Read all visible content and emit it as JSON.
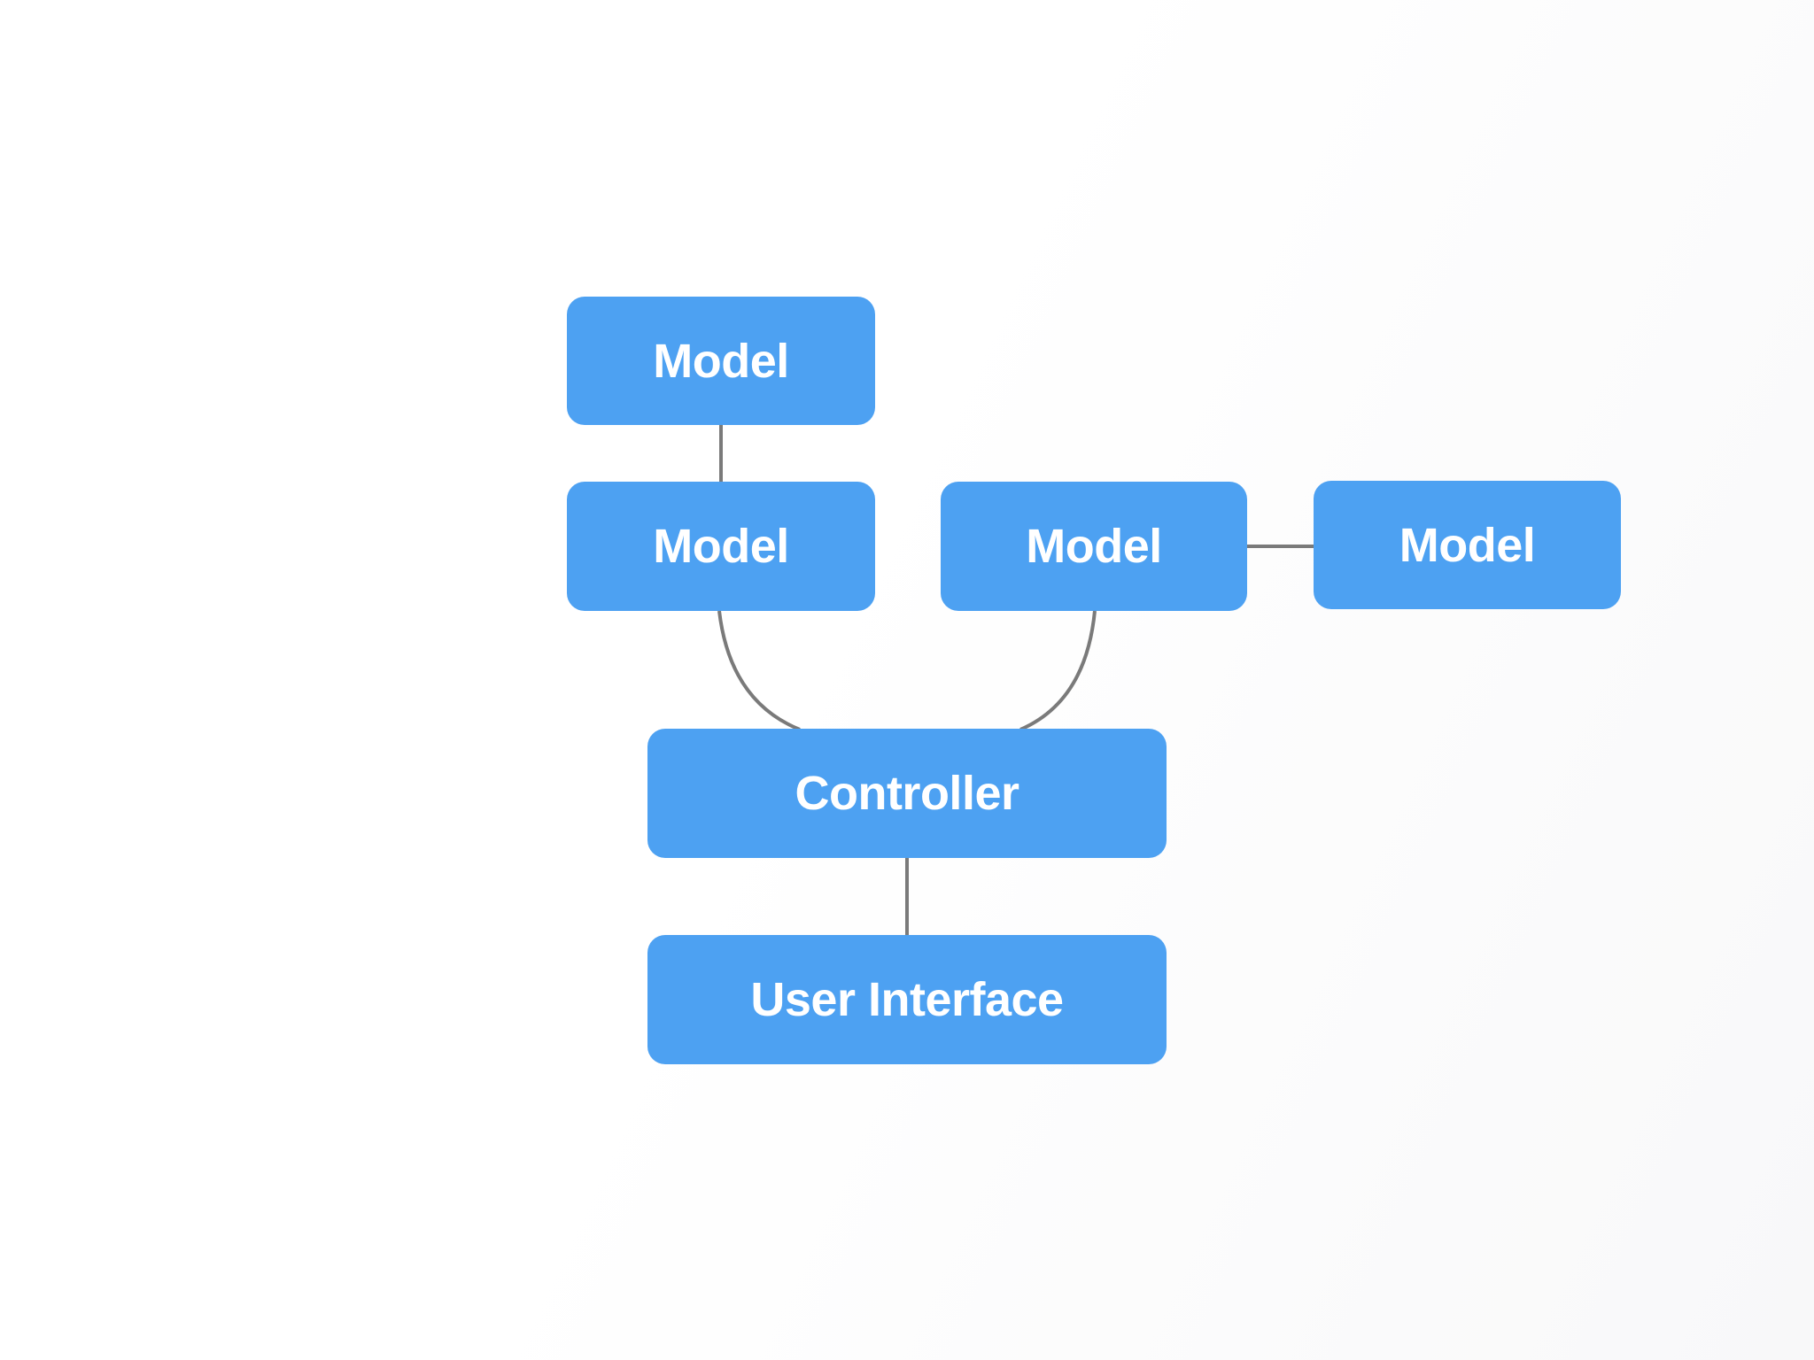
{
  "diagram": {
    "nodes": [
      {
        "id": "model-top",
        "label": "Model"
      },
      {
        "id": "model-left",
        "label": "Model"
      },
      {
        "id": "model-mid",
        "label": "Model"
      },
      {
        "id": "model-right",
        "label": "Model"
      },
      {
        "id": "controller",
        "label": "Controller"
      },
      {
        "id": "user-interface",
        "label": "User Interface"
      }
    ],
    "edges": [
      {
        "from": "model-top",
        "to": "model-left",
        "shape": "straight-vertical"
      },
      {
        "from": "model-left",
        "to": "controller",
        "shape": "curve"
      },
      {
        "from": "model-mid",
        "to": "controller",
        "shape": "curve"
      },
      {
        "from": "model-mid",
        "to": "model-right",
        "shape": "straight-horizontal"
      },
      {
        "from": "controller",
        "to": "user-interface",
        "shape": "straight-vertical"
      }
    ],
    "colors": {
      "node_fill": "#4da1f2",
      "node_text": "#ffffff",
      "connector": "#7a7a7a",
      "background": "#ffffff"
    }
  }
}
